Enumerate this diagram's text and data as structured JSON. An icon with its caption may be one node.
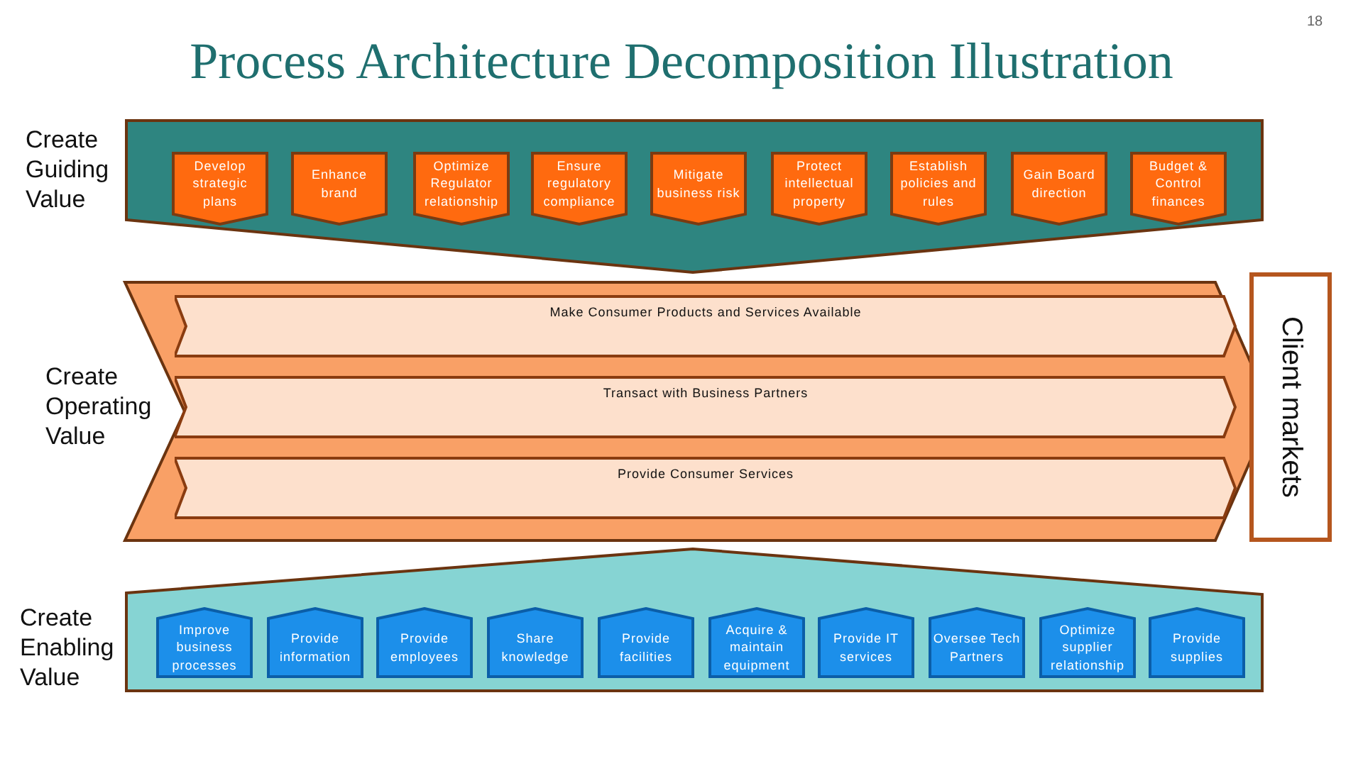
{
  "diagram": {
    "title": "Process Architecture Decomposition Illustration",
    "nodes": [
      {
        "text": [
          "Create Guiding Value"
        ]
      },
      {
        "text": [
          "Develop strategic plans"
        ],
        "in": 0
      },
      {
        "text": [
          "Enhance brand"
        ],
        "in": 0
      },
      {
        "text": [
          "Optimize Regulator relationship"
        ],
        "in": 0
      },
      {
        "text": [
          "Ensure regulatory compliance"
        ],
        "in": 0
      },
      {
        "text": [
          "Mitigate business risk"
        ],
        "in": 0
      },
      {
        "text": [
          "Protect intellectual property"
        ],
        "in": 0
      },
      {
        "text": [
          "Establish policies and rules"
        ],
        "in": 0
      },
      {
        "text": [
          "Gain Board direction"
        ],
        "in": 0
      },
      {
        "text": [
          "Budget & Control finances"
        ],
        "in": 0
      },
      {
        "text": [
          "Create Operating Value"
        ]
      },
      {
        "text": [
          "Make Consumer Products and Services Available"
        ],
        "in": 10
      },
      {
        "text": [
          "Transact with Business Partners"
        ],
        "in": 10
      },
      {
        "text": [
          "Provide Consumer Services"
        ],
        "in": 10
      },
      {
        "text": [
          "Create Enabling Value"
        ]
      },
      {
        "text": [
          "Improve business processes"
        ],
        "in": 14
      },
      {
        "text": [
          "Provide information"
        ],
        "in": 14
      },
      {
        "text": [
          "Provide employees"
        ],
        "in": 14
      },
      {
        "text": [
          "Share knowledge"
        ],
        "in": 14
      },
      {
        "text": [
          "Provide facilities"
        ],
        "in": 14
      },
      {
        "text": [
          "Acquire & maintain equipment"
        ],
        "in": 14
      },
      {
        "text": [
          "Provide IT services"
        ],
        "in": 14
      },
      {
        "text": [
          "Oversee Tech Partners"
        ],
        "in": 14
      },
      {
        "text": [
          "Optimize supplier relationship"
        ],
        "in": 14
      },
      {
        "text": [
          "Provide supplies"
        ],
        "in": 14
      },
      {
        "text": [
          "Client markets"
        ]
      }
    ],
    "labels": [
      "18"
    ]
  }
}
